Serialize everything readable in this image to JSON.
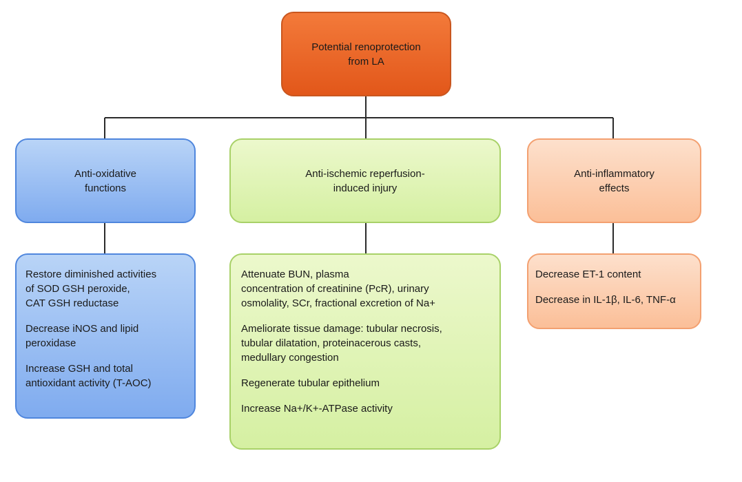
{
  "root": {
    "lines": [
      "Potential renoprotection",
      "from LA"
    ]
  },
  "categories": {
    "anti_oxidative": {
      "lines": [
        "Anti-oxidative",
        "functions"
      ]
    },
    "anti_ischemic": {
      "lines": [
        "Anti-ischemic reperfusion-",
        "induced injury"
      ]
    },
    "anti_inflammatory": {
      "lines": [
        "Anti-inflammatory",
        "effects"
      ]
    }
  },
  "details": {
    "anti_oxidative": [
      {
        "lines": [
          "Restore diminished activities",
          "of SOD GSH peroxide,",
          "CAT GSH reductase"
        ]
      },
      {
        "lines": [
          "Decrease iNOS and lipid",
          "peroxidase"
        ]
      },
      {
        "lines": [
          "Increase GSH and total",
          "antioxidant activity (T-AOC)"
        ]
      }
    ],
    "anti_ischemic": [
      {
        "lines": [
          "Attenuate BUN, plasma",
          "concentration of creatinine (PcR), urinary",
          "osmolality, SCr, fractional excretion of Na+"
        ]
      },
      {
        "lines": [
          "Ameliorate tissue damage: tubular necrosis,",
          "tubular dilatation, proteinacerous casts,",
          "medullary congestion"
        ]
      },
      {
        "lines": [
          "Regenerate tubular epithelium"
        ]
      },
      {
        "lines": [
          "Increase Na+/K+-ATPase activity"
        ]
      }
    ],
    "anti_inflammatory": [
      {
        "lines": [
          "Decrease ET-1 content"
        ]
      },
      {
        "lines": [
          "Decrease in IL-1β, IL-6, TNF-α"
        ]
      }
    ]
  },
  "colors": {
    "root_fill": "#e96524",
    "anti_oxidative_fill": "#9dc0f3",
    "anti_ischemic_fill": "#e2f4b8",
    "anti_inflammatory_fill": "#fcd0b2",
    "connector": "#2a2a2a"
  }
}
